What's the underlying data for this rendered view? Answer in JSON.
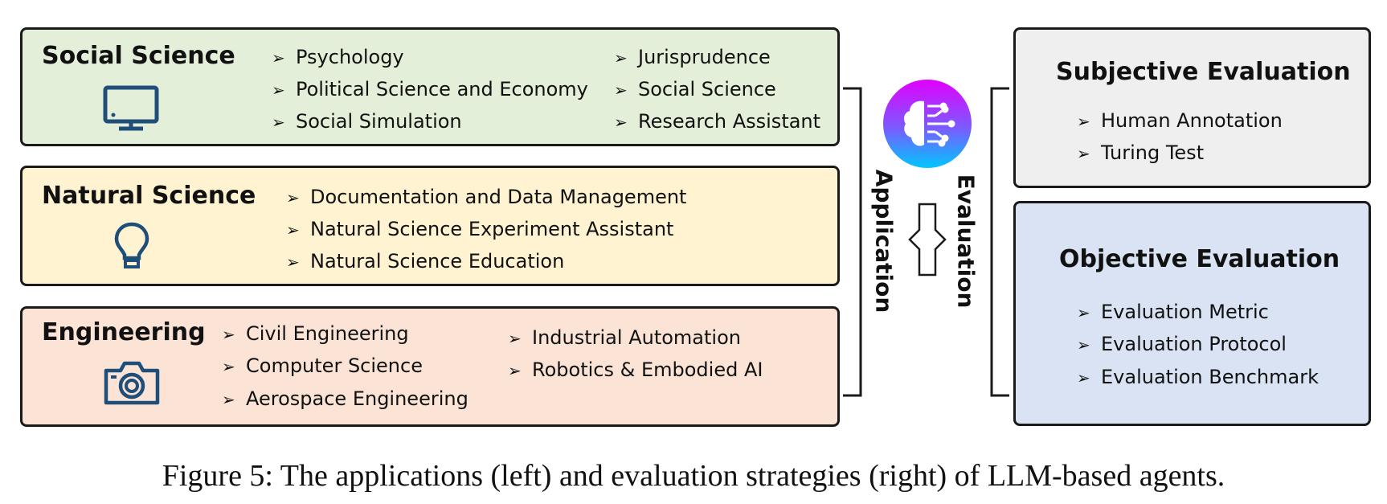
{
  "social": {
    "title": "Social Science",
    "icon": "monitor-icon",
    "items_left": [
      "Psychology",
      "Political Science and Economy",
      "Social Simulation"
    ],
    "items_right": [
      "Jurisprudence",
      "Social Science",
      "Research Assistant"
    ]
  },
  "natural": {
    "title": "Natural Science",
    "icon": "lightbulb-icon",
    "items": [
      "Documentation and Data Management",
      "Natural Science Experiment Assistant",
      "Natural Science Education"
    ]
  },
  "engineering": {
    "title": "Engineering",
    "icon": "camera-icon",
    "items_left": [
      "Civil Engineering",
      "Computer Science",
      "Aerospace Engineering"
    ],
    "items_right": [
      "Industrial Automation",
      "Robotics & Embodied AI"
    ]
  },
  "center": {
    "application_label": "Application",
    "evaluation_label": "Evaluation",
    "brain_icon": "brain-icon",
    "arrow_icon": "double-arrow-icon"
  },
  "subjective": {
    "title": "Subjective Evaluation",
    "items": [
      "Human Annotation",
      "Turing Test"
    ]
  },
  "objective": {
    "title": "Objective Evaluation",
    "items": [
      "Evaluation Metric",
      "Evaluation Protocol",
      "Evaluation Benchmark"
    ]
  },
  "caption": "Figure 5: The applications (left) and evaluation strategies (right) of LLM-based agents.",
  "colors": {
    "social_bg": "#e3efd9",
    "natural_bg": "#fff3d1",
    "engineering_bg": "#fbe4d6",
    "subjective_bg": "#efefef",
    "objective_bg": "#d9e3f3",
    "icon_blue": "#1f4e79",
    "brain_gradient_top": "#e100ff",
    "brain_gradient_bottom": "#00c6ff"
  }
}
